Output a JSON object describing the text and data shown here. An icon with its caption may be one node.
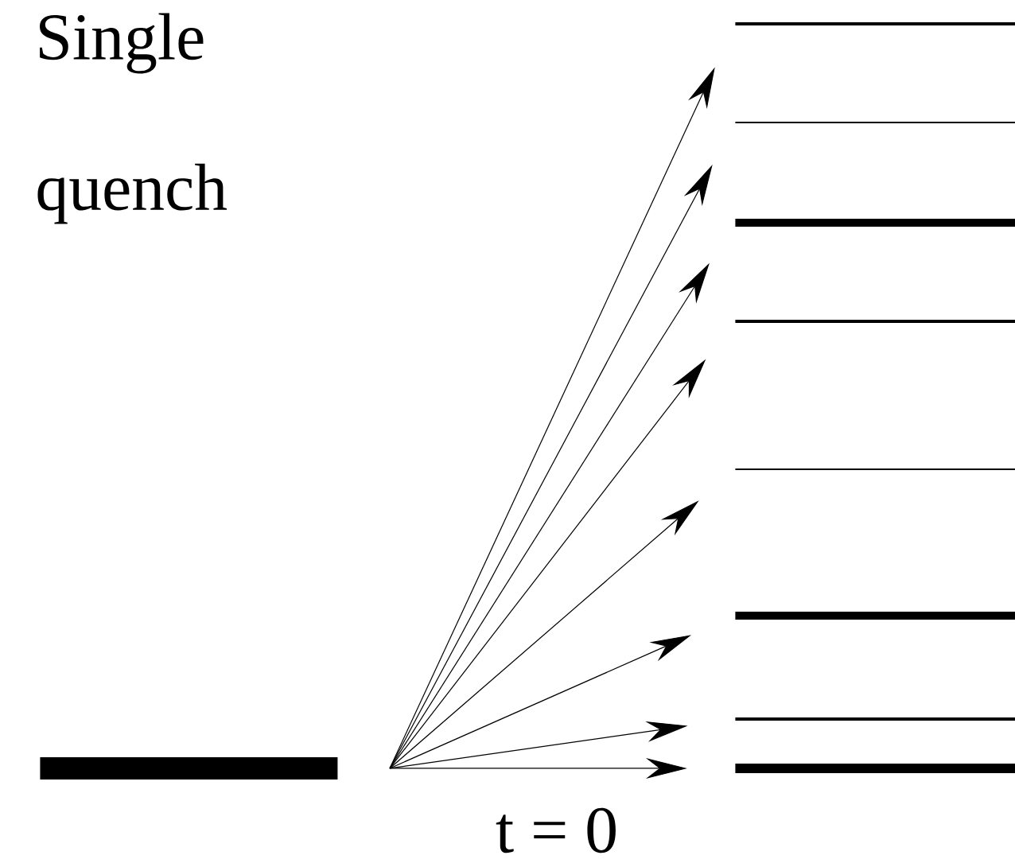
{
  "diagram": {
    "nodes": [
      {
        "text": [],
        "shape": "bar"
      },
      {
        "text": [],
        "shape": "bar"
      },
      {
        "text": [],
        "shape": "bar"
      },
      {
        "text": [],
        "shape": "bar"
      },
      {
        "text": [],
        "shape": "bar"
      },
      {
        "text": [],
        "shape": "bar"
      },
      {
        "text": [],
        "shape": "bar"
      },
      {
        "text": [],
        "shape": "bar"
      },
      {
        "text": [],
        "shape": "bar"
      }
    ],
    "edges": [
      {
        "from": null,
        "to": 1,
        "arrow": "to"
      },
      {
        "from": null,
        "to": 2,
        "arrow": "to"
      },
      {
        "from": null,
        "to": 3,
        "arrow": "to"
      },
      {
        "from": null,
        "to": 4,
        "arrow": "to"
      },
      {
        "from": null,
        "to": 5,
        "arrow": "to"
      },
      {
        "from": null,
        "to": 6,
        "arrow": "to"
      },
      {
        "from": null,
        "to": 7,
        "arrow": "to"
      },
      {
        "from": null,
        "to": 8,
        "arrow": "to"
      }
    ],
    "labels": [
      "Single quench",
      "t = 0"
    ]
  }
}
